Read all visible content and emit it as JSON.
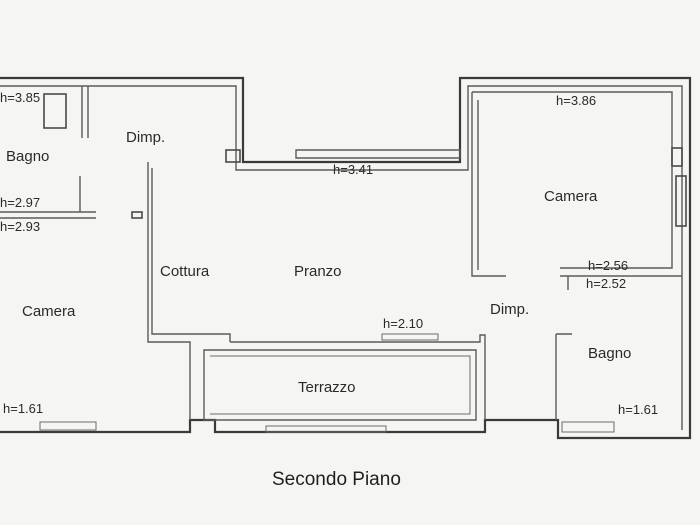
{
  "plan": {
    "caption": "Secondo Piano",
    "rooms": {
      "bagno_left": "Bagno",
      "dimp_left": "Dimp.",
      "camera_left": "Camera",
      "cottura": "Cottura",
      "pranzo": "Pranzo",
      "terrazzo": "Terrazzo",
      "camera_right": "Camera",
      "dimp_right": "Dimp.",
      "bagno_right": "Bagno"
    },
    "heights": {
      "h_385": "h=3.85",
      "h_386": "h=3.86",
      "h_341": "h=3.41",
      "h_297": "h=2.97",
      "h_293": "h=2.93",
      "h_256": "h=2.56",
      "h_252": "h=2.52",
      "h_210": "h=2.10",
      "h_161_left": "h=1.61",
      "h_161_right": "h=1.61"
    }
  }
}
